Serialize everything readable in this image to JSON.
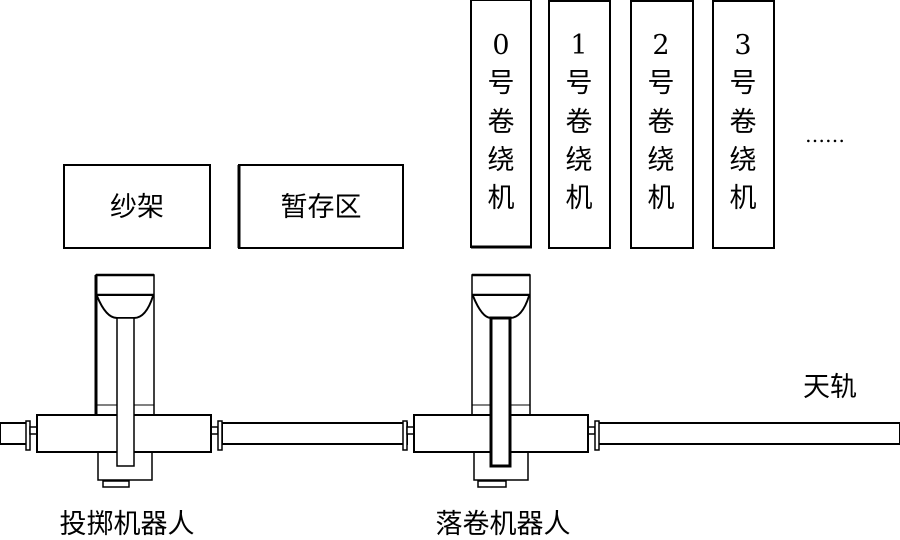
{
  "boxes": {
    "creel": "纱架",
    "buffer": "暂存区"
  },
  "winders": [
    {
      "number": "0",
      "c1": "号",
      "c2": "卷",
      "c3": "绕",
      "c4": "机"
    },
    {
      "number": "1",
      "c1": "号",
      "c2": "卷",
      "c3": "绕",
      "c4": "机"
    },
    {
      "number": "2",
      "c1": "号",
      "c2": "卷",
      "c3": "绕",
      "c4": "机"
    },
    {
      "number": "3",
      "c1": "号",
      "c2": "卷",
      "c3": "绕",
      "c4": "机"
    }
  ],
  "ellipsis": "……",
  "rail_label": "天轨",
  "robots": {
    "throwing": "投掷机器人",
    "doffing": "落卷机器人"
  }
}
